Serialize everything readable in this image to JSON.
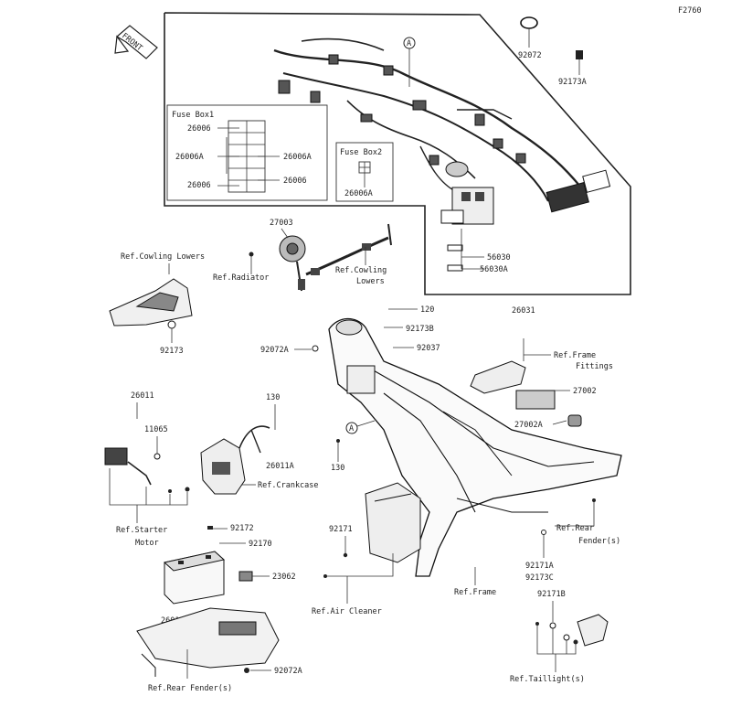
{
  "figure_code": "F2760",
  "front_label": "FRONT",
  "callout_letter": "A",
  "fuse_box1": {
    "title": "Fuse Box1",
    "left_labels": [
      "26006",
      "26006A",
      "26006"
    ],
    "right_labels": [
      "26006A",
      "26006"
    ]
  },
  "fuse_box2": {
    "title": "Fuse Box2",
    "label": "26006A"
  },
  "parts": {
    "p92072_top": "92072",
    "p92173A": "92173A",
    "p27003": "27003",
    "ref_radiator": "Ref.Radiator",
    "ref_cowling_lowers_1": "Ref.Cowling Lowers",
    "ref_cowling_lowers_2a": "Ref.Cowling",
    "ref_cowling_lowers_2b": "Lowers",
    "p56030": "56030",
    "p56030A": "56030A",
    "p26031": "26031",
    "p92173": "92173",
    "p120": "120",
    "p92173B": "92173B",
    "p92072A_mid": "92072A",
    "p92037": "92037",
    "ref_frame_fittings_a": "Ref.Frame",
    "ref_frame_fittings_b": "Fittings",
    "p27002": "27002",
    "p27002A": "27002A",
    "p26011": "26011",
    "p11065": "11065",
    "p130_a": "130",
    "p26011A": "26011A",
    "p130_b": "130",
    "ref_crankcase": "Ref.Crankcase",
    "ref_starter_a": "Ref.Starter",
    "ref_starter_b": "Motor",
    "p92172": "92172",
    "p92170": "92170",
    "p92171": "92171",
    "p23062": "23062",
    "p26012": "26012",
    "ref_air_cleaner": "Ref.Air Cleaner",
    "ref_frame": "Ref.Frame",
    "ref_rear_fender_r_a": "Ref.Rear",
    "ref_rear_fender_r_b": "Fender(s)",
    "p92171A": "92171A",
    "p92173C": "92173C",
    "p92171B": "92171B",
    "p92072A_bot": "92072A",
    "ref_rear_fender_l": "Ref.Rear Fender(s)",
    "ref_taillight": "Ref.Taillight(s)"
  }
}
